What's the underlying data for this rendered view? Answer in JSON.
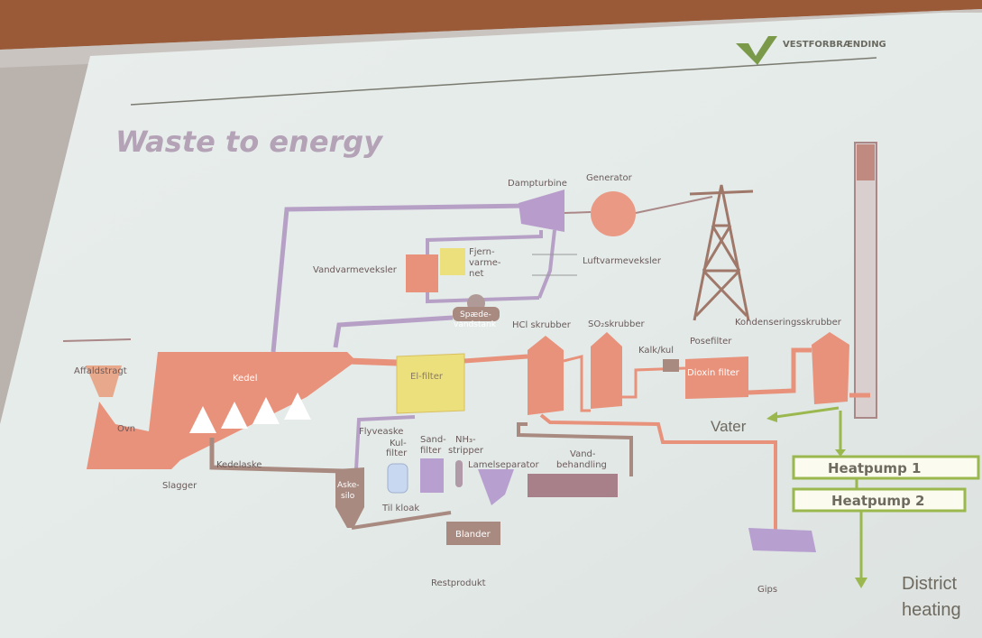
{
  "slide": {
    "brand": "VESTFORBRÆNDING",
    "title": "Waste to energy"
  },
  "diagram": {
    "labels": {
      "dampturbine": "Dampturbine",
      "generator": "Generator",
      "vandvarmeveksler": "Vandvarmeveksler",
      "fjernvarmenet_1": "Fjern-",
      "fjernvarmenet_2": "varme-",
      "fjernvarmenet_3": "net",
      "luftvarmeveksler": "Luftvarmeveksler",
      "spaedevandstank_1": "Spæde-",
      "spaedevandstank_2": "vandstank",
      "affaldstragt": "Affaldstragt",
      "ovn": "Ovn",
      "kedel": "Kedel",
      "slagger": "Slagger",
      "kedelaske": "Kedelaske",
      "el_filter": "El-filter",
      "hcl_skrubber": "HCl skrubber",
      "so2_skrubber": "SO₂skrubber",
      "kalk_kul": "Kalk/kul",
      "posefilter": "Posefilter",
      "dioxin_filter": "Dioxin filter",
      "kondenseringsskrubber": "Kondenseringsskrubber",
      "flyveaske": "Flyveaske",
      "kul_filter_1": "Kul-",
      "kul_filter_2": "filter",
      "sand_filter_1": "Sand-",
      "sand_filter_2": "filter",
      "nh3_stripper_1": "NH₃-",
      "nh3_stripper_2": "stripper",
      "lamelseparator": "Lamelseparator",
      "vandbehandling_1": "Vand-",
      "vandbehandling_2": "behandling",
      "aske_silo_1": "Aske-",
      "aske_silo_2": "silo",
      "til_kloak": "Til kloak",
      "blander": "Blander",
      "restprodukt": "Restprodukt",
      "gips": "Gips"
    },
    "annotations": {
      "vater": "Vater",
      "heatpump_1": "Heatpump 1",
      "heatpump_2": "Heatpump 2",
      "district_1": "District",
      "district_2": "heating"
    },
    "colors": {
      "flue_gas": "#e8927c",
      "steam": "#b7a0c6",
      "filter": "#ece07c",
      "ash": "#a88a80",
      "added": "#9ab84e"
    }
  }
}
